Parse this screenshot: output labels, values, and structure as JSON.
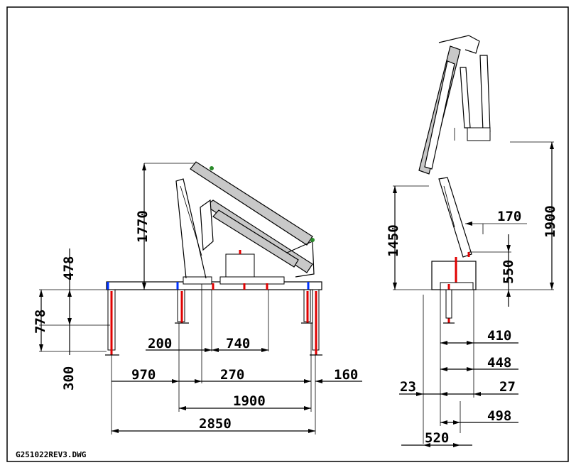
{
  "drawing": {
    "filename": "G251022REV3.DWG",
    "front_view": {
      "dims": {
        "d478": "478",
        "d778": "778",
        "d300": "300",
        "d1770": "1770",
        "d200": "200",
        "d740": "740",
        "d970": "970",
        "d270": "270",
        "d160": "160",
        "d1900": "1900",
        "d2850": "2850"
      }
    },
    "side_view": {
      "dims": {
        "d1450": "1450",
        "d1900": "1900",
        "d170": "170",
        "d550": "550",
        "d410": "410",
        "d448": "448",
        "d23": "23",
        "d27": "27",
        "d498": "498",
        "d520": "520"
      }
    }
  },
  "colors": {
    "outrigger_leg": "#e00000",
    "frame_end": "#0033ff",
    "boom_fill": "#c8c8c8"
  }
}
